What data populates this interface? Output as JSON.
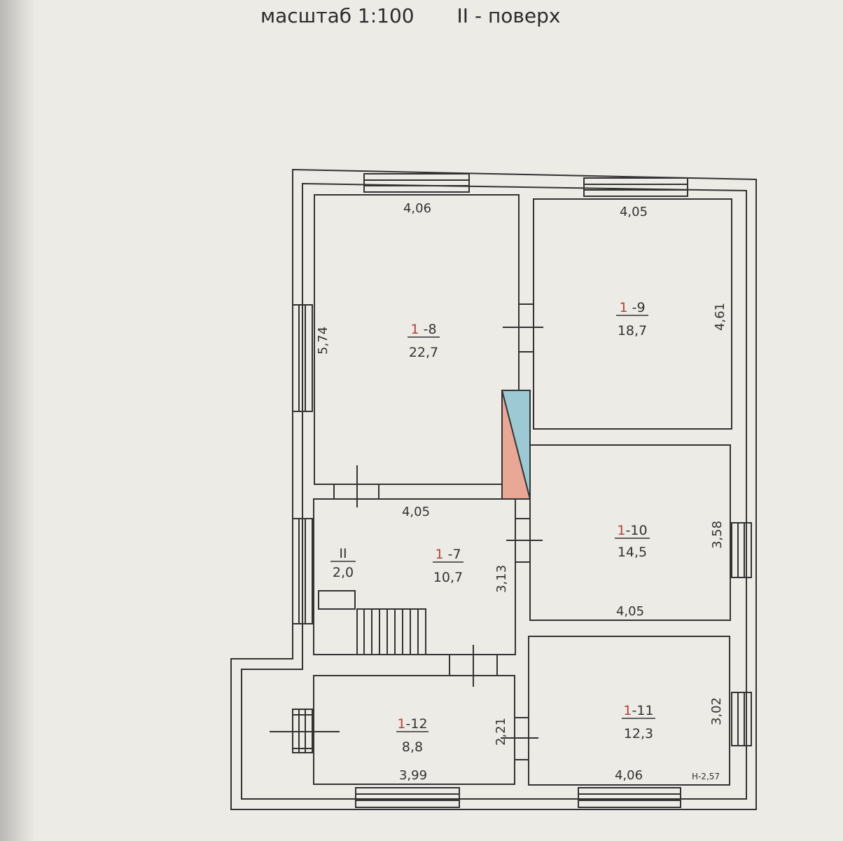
{
  "header": {
    "scale_label": "масштаб 1:100",
    "floor_label": "II  - поверх"
  },
  "rooms": [
    {
      "number_prefix": "1",
      "number_suffix": " -8",
      "area": "22,7"
    },
    {
      "number_prefix": "1",
      "number_suffix": " -9",
      "area": "18,7"
    },
    {
      "number_prefix": "1",
      "number_suffix": "-10",
      "area": "14,5"
    },
    {
      "number_prefix": "1",
      "number_suffix": " -7",
      "area": "10,7"
    },
    {
      "number_prefix": "",
      "number_suffix": "II",
      "area": "2,0"
    },
    {
      "number_prefix": "1",
      "number_suffix": "-12",
      "area": "8,8"
    },
    {
      "number_prefix": "1",
      "number_suffix": "-11",
      "area": "12,3"
    }
  ],
  "dimensions": [
    "4,06",
    "4,05",
    "5,74",
    "4,61",
    "4,05",
    "3,13",
    "3,58",
    "4,05",
    "2,21",
    "3,99",
    "3,02",
    "4,06"
  ],
  "height_note": "Н-2,57",
  "colors": {
    "wall_line": "#333333",
    "paper": "#ecebe6",
    "room_number_accent": "#b0423c",
    "stair_blue": "#9cc9d3",
    "stair_pink": "#e9a896"
  }
}
